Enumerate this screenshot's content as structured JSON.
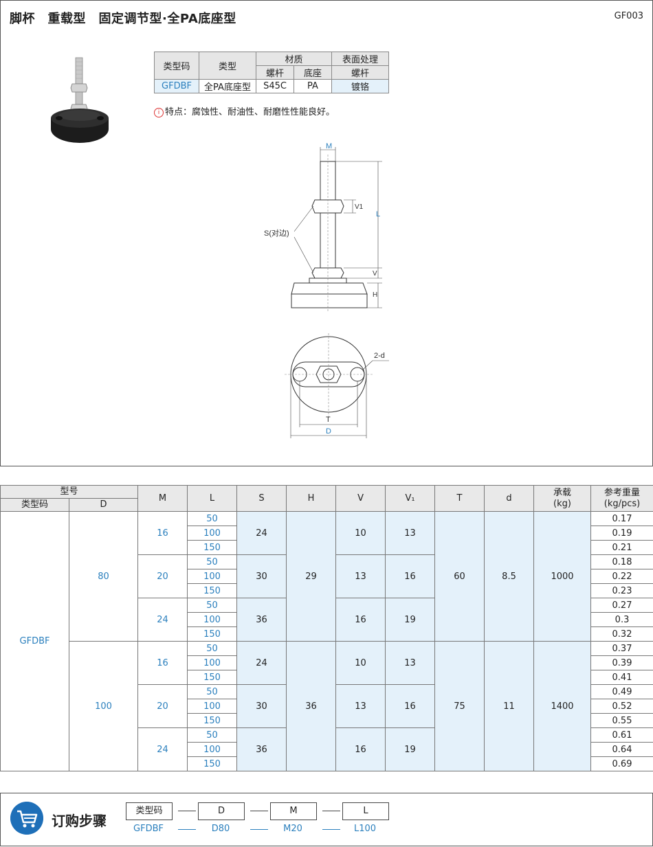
{
  "header": {
    "title": "脚杯　重载型　固定调节型·全PA底座型",
    "code": "GF003"
  },
  "spec": {
    "col_type_code": "类型码",
    "col_type": "类型",
    "col_material": "材质",
    "col_surface": "表面处理",
    "sub_screw": "螺杆",
    "sub_base": "底座",
    "sub_surface_screw": "螺杆",
    "row": {
      "code": "GFDBF",
      "type": "全PA底座型",
      "screw": "S45C",
      "base": "PA",
      "surface": "镀铬"
    }
  },
  "note": {
    "icon": "i",
    "text": "特点：腐蚀性、耐油性、耐磨性性能良好。"
  },
  "drawing": {
    "M": "M",
    "L": "L",
    "V1": "V1",
    "V": "V",
    "H": "H",
    "S": "S(对边)",
    "d": "2-d",
    "T": "T",
    "D": "D"
  },
  "table": {
    "headers": {
      "model": "型号",
      "type_code": "类型码",
      "D": "D",
      "M": "M",
      "L": "L",
      "S": "S",
      "H": "H",
      "V": "V",
      "V1": "V₁",
      "T": "T",
      "d": "d",
      "load": "承载\n(kg)",
      "weight": "参考重量\n(kg/pcs)"
    },
    "type_code": "GFDBF",
    "groups": [
      {
        "D": "80",
        "H": "29",
        "T": "60",
        "d": "8.5",
        "load": "1000",
        "subs": [
          {
            "M": "16",
            "S": "24",
            "V": "10",
            "V1": "13",
            "rows": [
              {
                "L": "50",
                "w": "0.17"
              },
              {
                "L": "100",
                "w": "0.19"
              },
              {
                "L": "150",
                "w": "0.21"
              }
            ]
          },
          {
            "M": "20",
            "S": "30",
            "V": "13",
            "V1": "16",
            "rows": [
              {
                "L": "50",
                "w": "0.18"
              },
              {
                "L": "100",
                "w": "0.22"
              },
              {
                "L": "150",
                "w": "0.23"
              }
            ]
          },
          {
            "M": "24",
            "S": "36",
            "V": "16",
            "V1": "19",
            "rows": [
              {
                "L": "50",
                "w": "0.27"
              },
              {
                "L": "100",
                "w": "0.3"
              },
              {
                "L": "150",
                "w": "0.32"
              }
            ]
          }
        ]
      },
      {
        "D": "100",
        "H": "36",
        "T": "75",
        "d": "11",
        "load": "1400",
        "subs": [
          {
            "M": "16",
            "S": "24",
            "V": "10",
            "V1": "13",
            "rows": [
              {
                "L": "50",
                "w": "0.37"
              },
              {
                "L": "100",
                "w": "0.39"
              },
              {
                "L": "150",
                "w": "0.41"
              }
            ]
          },
          {
            "M": "20",
            "S": "30",
            "V": "13",
            "V1": "16",
            "rows": [
              {
                "L": "50",
                "w": "0.49"
              },
              {
                "L": "100",
                "w": "0.52"
              },
              {
                "L": "150",
                "w": "0.55"
              }
            ]
          },
          {
            "M": "24",
            "S": "36",
            "V": "16",
            "V1": "19",
            "rows": [
              {
                "L": "50",
                "w": "0.61"
              },
              {
                "L": "100",
                "w": "0.64"
              },
              {
                "L": "150",
                "w": "0.69"
              }
            ]
          }
        ]
      }
    ]
  },
  "order": {
    "title": "订购步骤",
    "boxes": [
      "类型码",
      "D",
      "M",
      "L"
    ],
    "values": [
      "GFDBF",
      "D80",
      "M20",
      "L100"
    ]
  }
}
